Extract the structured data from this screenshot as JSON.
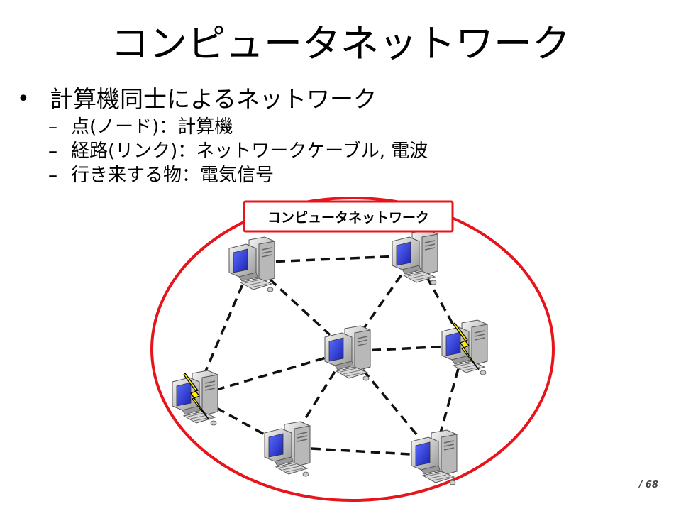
{
  "slide": {
    "title": "コンピュータネットワーク",
    "bullet": "計算機同士によるネットワーク",
    "sub_items": [
      "点(ノード)：計算機",
      "経路(リンク)：ネットワークケーブル, 電波",
      "行き来する物：電気信号"
    ],
    "page_number": "/ 68"
  },
  "diagram": {
    "network_label": "コンピュータネットワーク",
    "boundary_color": "#e8141b",
    "link_color": "#111111",
    "monitor_screen_color": "#2b35d8",
    "lightning_color": "#ffee00",
    "nodes": [
      {
        "id": "top-left",
        "wireless": false
      },
      {
        "id": "top-right",
        "wireless": false
      },
      {
        "id": "center",
        "wireless": false
      },
      {
        "id": "right",
        "wireless": true
      },
      {
        "id": "left",
        "wireless": true
      },
      {
        "id": "bottom-left",
        "wireless": false
      },
      {
        "id": "bottom-right",
        "wireless": false
      }
    ],
    "links": [
      [
        "top-left",
        "top-right"
      ],
      [
        "top-left",
        "center"
      ],
      [
        "top-left",
        "left"
      ],
      [
        "top-right",
        "center"
      ],
      [
        "top-right",
        "right"
      ],
      [
        "center",
        "right"
      ],
      [
        "center",
        "left"
      ],
      [
        "center",
        "bottom-left"
      ],
      [
        "center",
        "bottom-right"
      ],
      [
        "left",
        "bottom-left"
      ],
      [
        "bottom-left",
        "bottom-right"
      ],
      [
        "right",
        "bottom-right"
      ]
    ]
  }
}
